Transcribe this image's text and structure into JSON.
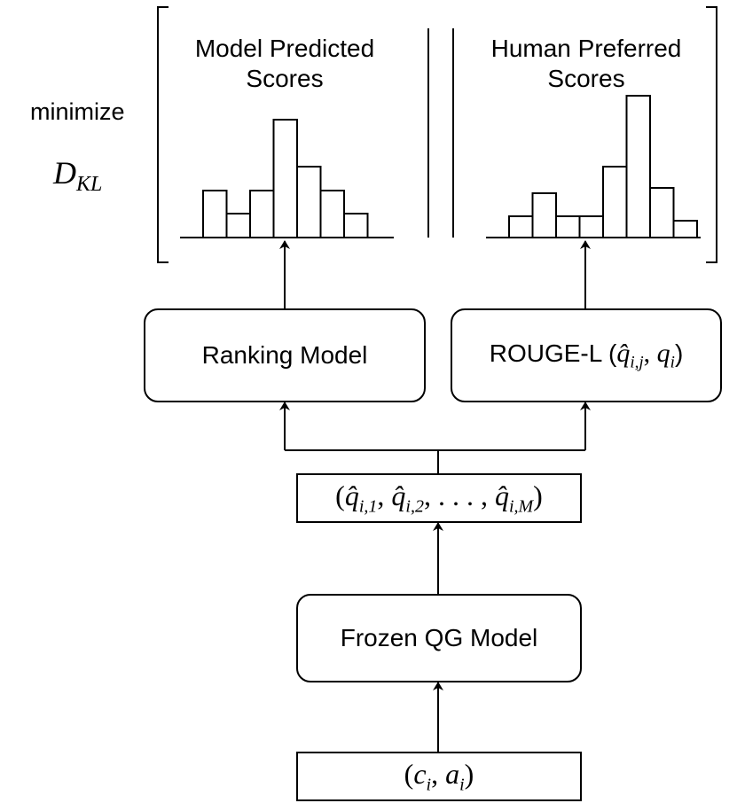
{
  "left_panel": {
    "title_line1": "Model Predicted",
    "title_line2": "Scores",
    "histogram_levels": [
      0.33,
      0.17,
      0.33,
      0.83,
      0.5,
      0.33,
      0.17
    ]
  },
  "right_panel": {
    "title_line1": "Human Preferred",
    "title_line2": "Scores",
    "histogram_levels": [
      0.15,
      0.31,
      0.15,
      0.15,
      0.5,
      1.0,
      0.35,
      0.12
    ]
  },
  "objective": {
    "verb": "minimize",
    "measure": "D",
    "measure_subscript": "KL"
  },
  "ranking_model": {
    "label": "Ranking Model"
  },
  "rouge": {
    "prefix": "ROUGE-L (",
    "qhat": "q̂",
    "qhat_sub": "i,j",
    "sep": ", ",
    "q": "q",
    "q_sub": "i",
    "suffix": ")"
  },
  "candidates": {
    "open": "(",
    "items": [
      {
        "sym": "q̂",
        "sub": "i,1"
      },
      {
        "sym": "q̂",
        "sub": "i,2"
      }
    ],
    "ellipsis": ", . . . , ",
    "last": {
      "sym": "q̂",
      "sub": "i,M"
    },
    "close": ")"
  },
  "qg_model": {
    "label": "Frozen QG Model"
  },
  "input": {
    "open": "(",
    "c": "c",
    "c_sub": "i",
    "sep": ", ",
    "a": "a",
    "a_sub": "i",
    "close": ")"
  }
}
